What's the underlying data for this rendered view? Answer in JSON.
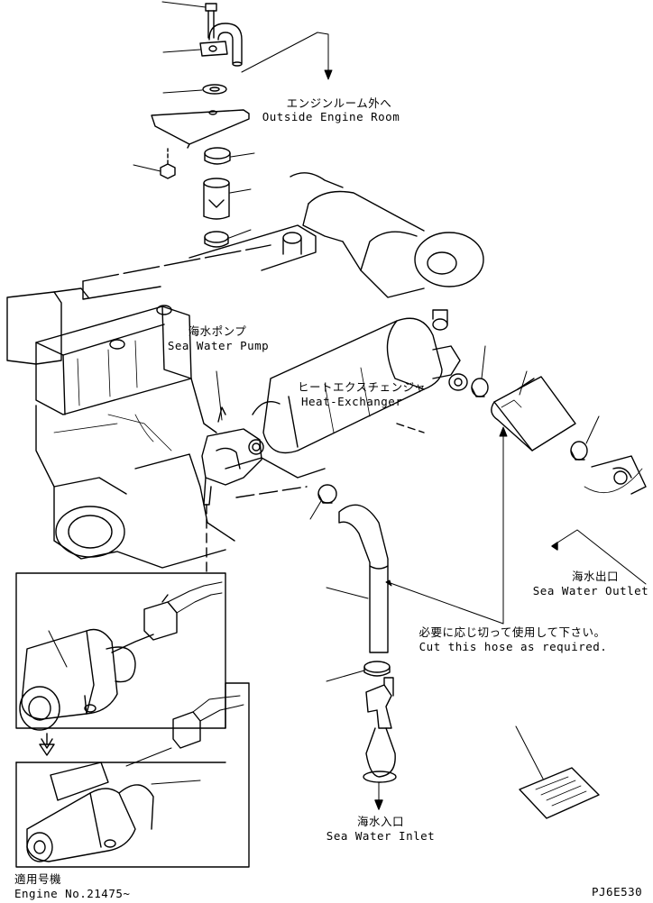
{
  "labels": {
    "outside_engine_room": {
      "jp": "エンジンルーム外へ",
      "en": "Outside Engine Room"
    },
    "sea_water_pump": {
      "jp": "海水ポンプ",
      "en": "Sea Water Pump"
    },
    "heat_exchanger": {
      "jp": "ヒートエクスチェンジャ",
      "en": "Heat-Exchanger"
    },
    "sea_water_outlet": {
      "jp": "海水出口",
      "en": "Sea Water Outlet"
    },
    "hose_note": {
      "jp": "必要に応じ切って使用して下さい。",
      "en": "Cut this hose as required."
    },
    "sea_water_inlet": {
      "jp": "海水入口",
      "en": "Sea Water Inlet"
    },
    "applicable": {
      "jp": "適用号機",
      "en": "Engine No.21475~"
    },
    "drawing_code": "PJ6E530"
  }
}
